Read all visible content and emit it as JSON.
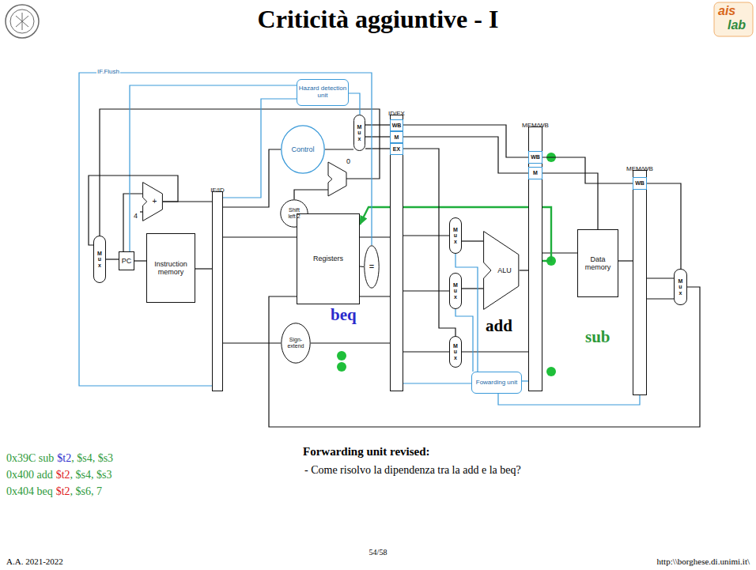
{
  "diagram": {
    "title": "Criticità aggiuntive - I",
    "nodes": [
      {
        "text": [
          "Hazard detection unit"
        ]
      },
      {
        "text": [
          "Control"
        ]
      },
      {
        "text": [
          "Mux"
        ]
      },
      {
        "text": [
          "ID/EX"
        ]
      },
      {
        "text": [
          "WB"
        ],
        "in": 3
      },
      {
        "text": [
          "M"
        ],
        "in": 3
      },
      {
        "text": [
          "EX"
        ],
        "in": 3
      },
      {
        "text": [
          "MEM/WB"
        ]
      },
      {
        "text": [
          "WB"
        ],
        "in": 7
      },
      {
        "text": [
          "M"
        ],
        "in": 7
      },
      {
        "text": [
          "MEM/WB"
        ]
      },
      {
        "text": [
          "WB"
        ],
        "in": 10
      },
      {
        "text": [
          "IF/ID"
        ]
      },
      {
        "text": [
          "Mux"
        ]
      },
      {
        "text": [
          "PC"
        ]
      },
      {
        "text": [
          "+"
        ]
      },
      {
        "text": [
          "Instruction memory"
        ]
      },
      {
        "text": [
          "Shift left 2"
        ]
      },
      {
        "text": [
          "Registers"
        ]
      },
      {
        "text": [
          "="
        ]
      },
      {
        "text": [
          "Sign-extend"
        ]
      },
      {
        "text": [
          "Mux"
        ]
      },
      {
        "text": [
          "Mux"
        ]
      },
      {
        "text": [
          "ALU"
        ]
      },
      {
        "text": [
          "Data memory"
        ]
      },
      {
        "text": [
          "Mux"
        ]
      },
      {
        "text": [
          "Fowarding unit"
        ]
      },
      {
        "text": [
          "Mux"
        ]
      }
    ],
    "edges": [
      {
        "from": 13,
        "to": 14,
        "arrow": "none"
      },
      {
        "from": 14,
        "to": 16,
        "arrow": "none"
      },
      {
        "from": 14,
        "to": 15,
        "arrow": "none"
      },
      {
        "from": 16,
        "to": 12,
        "arrow": "none"
      },
      {
        "from": 12,
        "to": 18,
        "arrow": "none"
      },
      {
        "from": 12,
        "to": 20,
        "arrow": "none"
      },
      {
        "from": 12,
        "to": 0,
        "arrow": "none"
      },
      {
        "from": 12,
        "to": 1,
        "arrow": "none"
      },
      {
        "from": 1,
        "to": 2,
        "arrow": "none"
      },
      {
        "from": 2,
        "to": 4,
        "arrow": "none"
      },
      {
        "from": 2,
        "to": 5,
        "arrow": "none"
      },
      {
        "from": 2,
        "to": 6,
        "arrow": "none"
      },
      {
        "from": 0,
        "to": 2,
        "arrow": "none"
      },
      {
        "from": 0,
        "to": 14,
        "arrow": "none"
      },
      {
        "from": 15,
        "to": 13,
        "arrow": "none"
      },
      {
        "from": 15,
        "to": 12,
        "arrow": "none"
      },
      {
        "from": 18,
        "to": 19,
        "arrow": "none"
      },
      {
        "from": 18,
        "to": 3,
        "arrow": "none"
      },
      {
        "from": 18,
        "to": 3,
        "arrow": "none"
      },
      {
        "from": 20,
        "to": 3,
        "arrow": "none"
      },
      {
        "from": 3,
        "to": 21,
        "arrow": "none"
      },
      {
        "from": 3,
        "to": 22,
        "arrow": "none"
      },
      {
        "from": 3,
        "to": 25,
        "arrow": "none"
      },
      {
        "from": 21,
        "to": 23,
        "arrow": "none"
      },
      {
        "from": 22,
        "to": 23,
        "arrow": "none"
      },
      {
        "from": 23,
        "to": 7,
        "arrow": "none"
      },
      {
        "from": 7,
        "to": 24,
        "arrow": "none"
      },
      {
        "from": 24,
        "to": 10,
        "arrow": "none"
      },
      {
        "from": 10,
        "to": 27,
        "arrow": "none"
      },
      {
        "from": 10,
        "to": 27,
        "arrow": "none"
      },
      {
        "from": 27,
        "to": 18,
        "arrow": "none"
      },
      {
        "from": 25,
        "to": 7,
        "arrow": "none"
      },
      {
        "from": 26,
        "to": 21,
        "arrow": "none"
      },
      {
        "from": 26,
        "to": 22,
        "arrow": "none"
      },
      {
        "from": 3,
        "to": 26,
        "arrow": "none"
      },
      {
        "from": 7,
        "to": 26,
        "arrow": "none"
      },
      {
        "from": 10,
        "to": 26,
        "arrow": "none"
      },
      {
        "from": 7,
        "to": 18,
        "arrow": "to"
      },
      {
        "from": 4,
        "to": 8,
        "arrow": "none"
      },
      {
        "from": 5,
        "to": 9,
        "arrow": "none"
      },
      {
        "from": 6,
        "to": 25,
        "arrow": "none"
      },
      {
        "from": 8,
        "to": 11,
        "arrow": "none"
      },
      {
        "from": 9,
        "to": 24,
        "arrow": "none"
      },
      {
        "from": 11,
        "to": 27,
        "arrow": "none"
      },
      {
        "from": 19,
        "to": 12,
        "label": "IF.Flush",
        "arrow": "none"
      }
    ],
    "labels": [
      "0",
      "4",
      "beq",
      "add",
      "sub",
      "0x39C sub",
      "$t2",
      ", $s4, $s3",
      "0x400 add",
      "$t2",
      ", $s4, $s3",
      "0x404 beq",
      "$t2",
      ", $s6, 7",
      "Forwarding unit revised:",
      "- Come risolvo la dipendenza tra la add e la beq?",
      "A.A. 2021-2022",
      "54/58",
      "http:\\\\borghese.di.unimi.it\\",
      "ais",
      "lab"
    ]
  }
}
